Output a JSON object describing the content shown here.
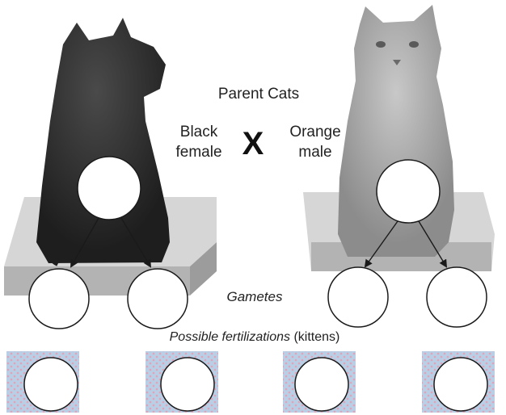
{
  "labels": {
    "parent_cats": "Parent Cats",
    "left_parent_line1": "Black",
    "left_parent_line2": "female",
    "cross_symbol": "X",
    "right_parent_line1": "Orange",
    "right_parent_line2": "male",
    "gametes": "Gametes",
    "fertilizations_italic": "Possible fertilizations",
    "fertilizations_suffix": " (kittens)"
  },
  "colors": {
    "black_cat": "#2a2a2a",
    "orange_cat": "#9a9a9a",
    "platform_top": "#d6d6d6",
    "platform_side": "#a9a9a9",
    "tile_bg": "#b9cfe6",
    "tile_dot": "#e8a0b4",
    "circle_stroke": "#1a1a1a",
    "circle_fill": "#ffffff"
  },
  "parents": [
    {
      "name": "black-female"
    },
    {
      "name": "orange-male"
    }
  ],
  "gamete_circles": 4,
  "kitten_tiles": 4
}
